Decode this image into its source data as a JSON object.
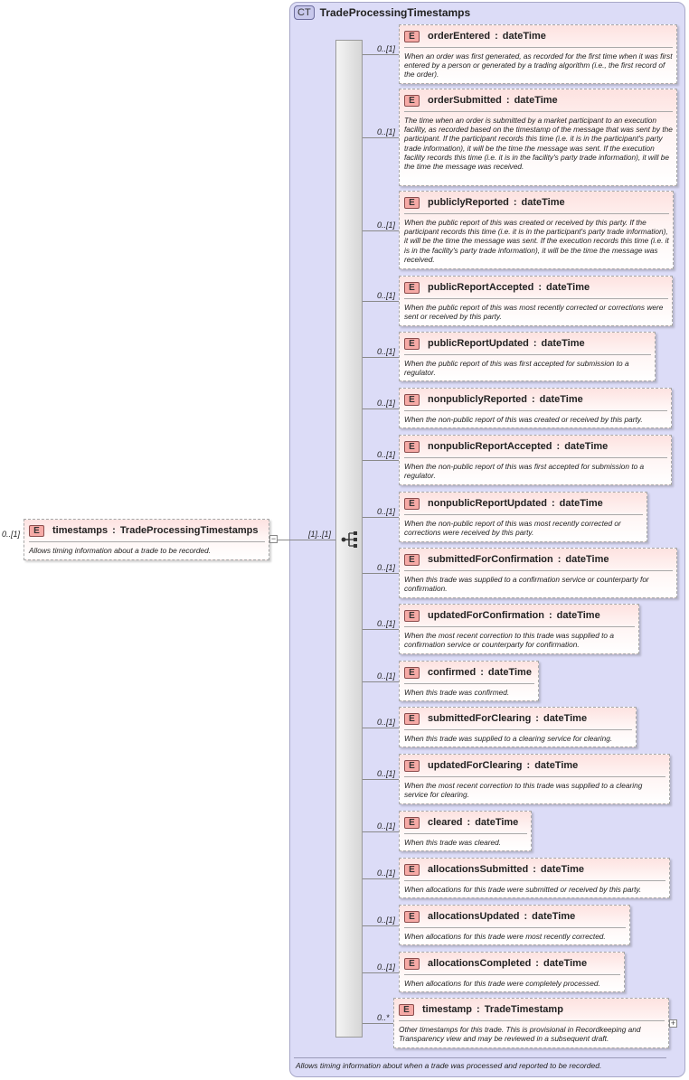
{
  "complex_type": {
    "badge": "CT",
    "name": "TradeProcessingTimestamps",
    "documentation": "Allows timing information about when a trade was processed and reported to be recorded."
  },
  "root": {
    "badge": "E",
    "name": "timestamps",
    "type": "TradeProcessingTimestamps",
    "cardinality": "0..[1]",
    "sequence_cardinality": "[1]..[1]",
    "documentation": "Allows timing information about a trade to be recorded."
  },
  "elements": [
    {
      "badge": "E",
      "name": "orderEntered",
      "type": "dateTime",
      "cardinality": "0..[1]",
      "doc": "When an order was first generated, as recorded for the first time when it was first entered by a person or generated by a trading algorithm (i.e., the first record of the order)."
    },
    {
      "badge": "E",
      "name": "orderSubmitted",
      "type": "dateTime",
      "cardinality": "0..[1]",
      "doc": "The time when an order is submitted by a market participant to an execution facility, as recorded based on the timestamp of the message that was sent by the participant. If the participant records this time (i.e. it is in the participant's party trade information), it will be the time the message was sent. If the execution facility records this time (i.e. it is in the facility's party trade information), it will be the time the message was received."
    },
    {
      "badge": "E",
      "name": "publiclyReported",
      "type": "dateTime",
      "cardinality": "0..[1]",
      "doc": "When the public report of this was created or received by this party. If the participant records this time (i.e. it is in the participant's party trade information), it will be the time the message was sent. If the execution records this time (i.e. it is in the facility's party trade information), it will be the time the message was received."
    },
    {
      "badge": "E",
      "name": "publicReportAccepted",
      "type": "dateTime",
      "cardinality": "0..[1]",
      "doc": "When the public report of this was most recently corrected or corrections were sent or received by this party."
    },
    {
      "badge": "E",
      "name": "publicReportUpdated",
      "type": "dateTime",
      "cardinality": "0..[1]",
      "doc": "When the public report of this was first accepted for submission to a regulator."
    },
    {
      "badge": "E",
      "name": "nonpubliclyReported",
      "type": "dateTime",
      "cardinality": "0..[1]",
      "doc": "When the non-public report of this was created or received by this party."
    },
    {
      "badge": "E",
      "name": "nonpublicReportAccepted",
      "type": "dateTime",
      "cardinality": "0..[1]",
      "doc": "When the non-public report of this was first accepted for submission to a regulator."
    },
    {
      "badge": "E",
      "name": "nonpublicReportUpdated",
      "type": "dateTime",
      "cardinality": "0..[1]",
      "doc": "When the non-public report of this was most recently corrected or corrections were received by this party."
    },
    {
      "badge": "E",
      "name": "submittedForConfirmation",
      "type": "dateTime",
      "cardinality": "0..[1]",
      "doc": "When this trade was supplied to a confirmation service or counterparty for confirmation."
    },
    {
      "badge": "E",
      "name": "updatedForConfirmation",
      "type": "dateTime",
      "cardinality": "0..[1]",
      "doc": "When the most recent correction to this trade was supplied to a confirmation service or counterparty for confirmation."
    },
    {
      "badge": "E",
      "name": "confirmed",
      "type": "dateTime",
      "cardinality": "0..[1]",
      "doc": "When this trade was confirmed."
    },
    {
      "badge": "E",
      "name": "submittedForClearing",
      "type": "dateTime",
      "cardinality": "0..[1]",
      "doc": "When this trade was supplied to a clearing service for clearing."
    },
    {
      "badge": "E",
      "name": "updatedForClearing",
      "type": "dateTime",
      "cardinality": "0..[1]",
      "doc": "When the most recent correction to this trade was supplied to a clearing service for clearing."
    },
    {
      "badge": "E",
      "name": "cleared",
      "type": "dateTime",
      "cardinality": "0..[1]",
      "doc": "When this trade was cleared."
    },
    {
      "badge": "E",
      "name": "allocationsSubmitted",
      "type": "dateTime",
      "cardinality": "0..[1]",
      "doc": "When allocations for this trade were submitted or received by this party."
    },
    {
      "badge": "E",
      "name": "allocationsUpdated",
      "type": "dateTime",
      "cardinality": "0..[1]",
      "doc": "When allocations for this trade were most recently corrected."
    },
    {
      "badge": "E",
      "name": "allocationsCompleted",
      "type": "dateTime",
      "cardinality": "0..[1]",
      "doc": "When allocations for this trade were completely processed."
    },
    {
      "badge": "E",
      "name": "timestamp",
      "type": "TradeTimestamp",
      "cardinality": "0..*",
      "doc": "Other timestamps for this trade. This is provisional in Recordkeeping and Transparency view and may be reviewed in a subsequent draft."
    }
  ],
  "colors": {
    "container": "#dcdcf7",
    "element_badge": "#f6aaa6",
    "element_gradient_top": "#fde2e0"
  }
}
